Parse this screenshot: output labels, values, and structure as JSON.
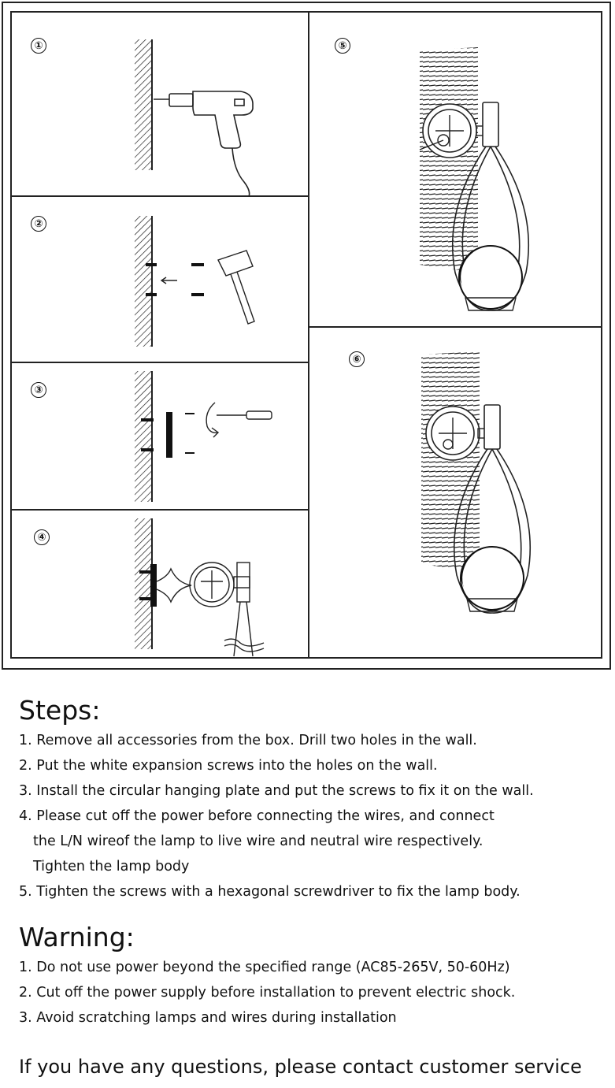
{
  "steps_figure": {
    "labels": [
      "①",
      "②",
      "③",
      "④",
      "⑤",
      "⑥"
    ]
  },
  "steps": {
    "heading": "Steps:",
    "items": [
      "1. Remove all accessories from the box. Drill two holes in the wall.",
      "2. Put the white expansion screws into the holes on the wall.",
      "3. Install the circular hanging plate and put the screws to fix it on the wall.",
      "4. Please cut off the power before connecting the wires, and connect",
      "the L/N wireof the lamp to live wire and neutral wire respectively.",
      "Tighten the lamp body",
      "5. Tighten the screws with a hexagonal screwdriver to fix the lamp body."
    ]
  },
  "warning": {
    "heading": "Warning:",
    "items": [
      "1. Do not use power beyond the specified range (AC85-265V, 50-60Hz)",
      "2. Cut off the power supply before installation to prevent electric shock.",
      "3. Avoid scratching lamps and wires during installation"
    ]
  },
  "contact": "If you have any questions, please contact customer service"
}
